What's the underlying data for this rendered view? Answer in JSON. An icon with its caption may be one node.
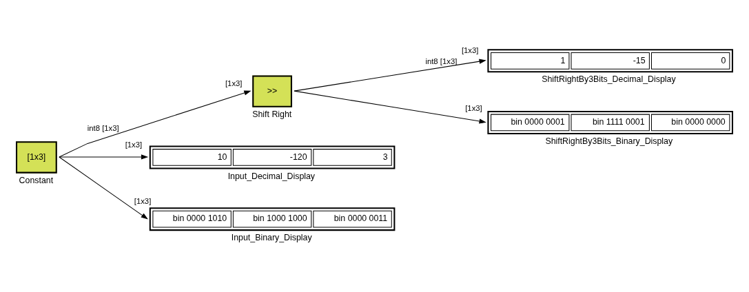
{
  "diagram": {
    "nodes": [
      {
        "text": [
          "[1x3]"
        ],
        "beside": [
          "Constant"
        ]
      },
      {
        "text": [
          ">>"
        ],
        "beside": [
          "[1x3]",
          "Shift Right"
        ]
      },
      {
        "text": [
          "10",
          "-120",
          "3"
        ],
        "beside": [
          "[1x3]",
          "Input_Decimal_Display"
        ]
      },
      {
        "text": [
          "bin 0000 1010",
          "bin 1000 1000",
          "bin 0000 0011"
        ],
        "beside": [
          "[1x3]",
          "Input_Binary_Display"
        ]
      },
      {
        "text": [
          "1",
          "-15",
          "0"
        ],
        "beside": [
          "[1x3]",
          "ShiftRightBy3Bits_Decimal_Display"
        ]
      },
      {
        "text": [
          "bin 0000 0001",
          "bin 1111 0001",
          "bin 0000 0000"
        ],
        "beside": [
          "[1x3]",
          "ShiftRightBy3Bits_Binary_Display"
        ]
      }
    ],
    "edges": [
      {
        "from": 0,
        "to": 2,
        "arrow": "to"
      },
      {
        "from": 0,
        "to": 3,
        "arrow": "to"
      },
      {
        "from": 0,
        "to": 1,
        "arrow": "to",
        "label": "int8 [1x3]"
      },
      {
        "from": 1,
        "to": 4,
        "arrow": "to",
        "label": "int8 [1x3]"
      },
      {
        "from": 1,
        "to": 5,
        "arrow": "to"
      }
    ]
  }
}
